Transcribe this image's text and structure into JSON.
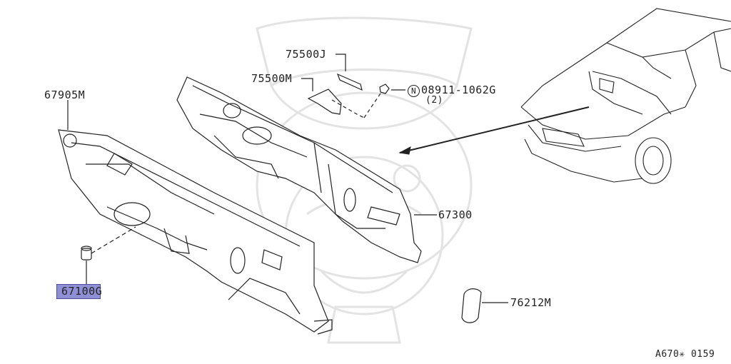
{
  "parts": {
    "dash_insulator": "67905M",
    "grommet": "67100G",
    "bracket_j": "75500J",
    "bracket_m": "75500M",
    "nut_prefix": "N",
    "nut": "08911-1062G",
    "nut_qty": "(2)",
    "dash_panel": "67300",
    "plug": "76212M"
  },
  "diagram_id": "A670✳ 0159",
  "colors": {
    "highlight": "#8f8fd6",
    "line": "#222222",
    "watermark": "#e6e6e6"
  }
}
